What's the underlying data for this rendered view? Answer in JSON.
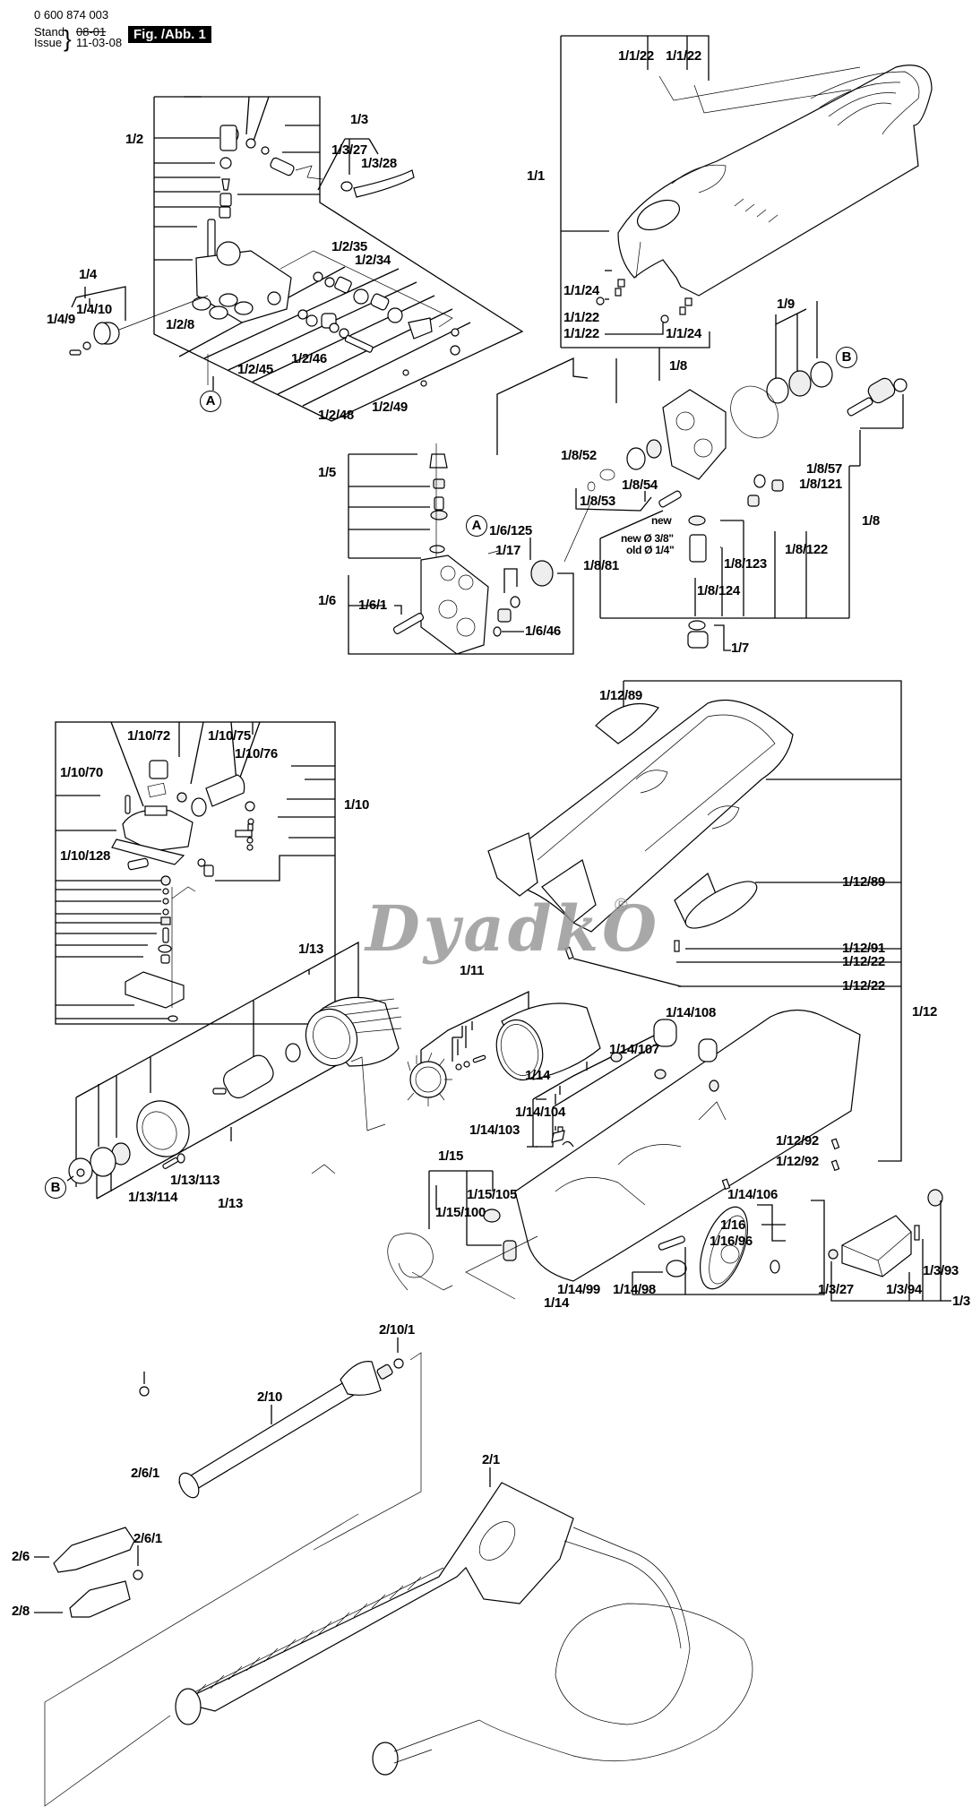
{
  "header": {
    "part_number": "0 600 874 003",
    "stand_label": "Stand",
    "issue_label": "Issue",
    "stand_value_struck": "08-01",
    "issue_value": "11-03-08",
    "figure_label": "Fig. /Abb. 1"
  },
  "watermark": {
    "text": "DyadkO",
    "mark": "®"
  },
  "callouts": {
    "A": "A",
    "B": "B"
  },
  "groups": {
    "g1_1": {
      "label": "1/1",
      "parts": [
        "1/1/22",
        "1/1/22",
        "1/1/24",
        "1/1/22",
        "1/1/22",
        "1/1/24"
      ]
    },
    "g1_2": {
      "label": "1/2",
      "parts": [
        "1/2/8",
        "1/2/35",
        "1/2/34",
        "1/2/45",
        "1/2/46",
        "1/2/48",
        "1/2/49"
      ]
    },
    "g1_3": {
      "label": "1/3",
      "parts": [
        "1/3/27",
        "1/3/28"
      ]
    },
    "g1_4": {
      "label": "1/4",
      "parts": [
        "1/4/9",
        "1/4/10"
      ]
    },
    "g1_5": {
      "label": "1/5"
    },
    "g1_6": {
      "label": "1/6",
      "parts": [
        "1/6/1",
        "1/6/125",
        "1/6/46"
      ]
    },
    "g1_7": {
      "label": "1/7"
    },
    "g1_8": {
      "label": "1/8",
      "parts": [
        "1/8/52",
        "1/8/54",
        "1/8/53",
        "1/8/57",
        "1/8/121",
        "1/8/122",
        "1/8/123",
        "1/8/124",
        "1/8/81"
      ],
      "notes": [
        "new",
        "new Ø 3/8\"",
        "old Ø 1/4\""
      ]
    },
    "g1_9": {
      "label": "1/9"
    },
    "g1_10": {
      "label": "1/10",
      "parts": [
        "1/10/72",
        "1/10/75",
        "1/10/76",
        "1/10/70",
        "1/10/128"
      ]
    },
    "g1_11": {
      "label": "1/11"
    },
    "g1_12": {
      "label": "1/12",
      "parts": [
        "1/12/89",
        "1/12/89",
        "1/12/91",
        "1/12/22",
        "1/12/22",
        "1/12/92",
        "1/12/92"
      ]
    },
    "g1_13": {
      "label": "1/13",
      "parts": [
        "1/13/113",
        "1/13/114"
      ]
    },
    "g1_14": {
      "label": "1/14",
      "parts": [
        "1/14/108",
        "1/14/107",
        "1/14/104",
        "1/14/103",
        "1/14/106",
        "1/14/99",
        "1/14/98"
      ]
    },
    "g1_15": {
      "label": "1/15",
      "parts": [
        "1/15/105",
        "1/15/100"
      ]
    },
    "g1_16": {
      "label": "1/16",
      "parts": [
        "1/16/96"
      ]
    },
    "g1_17": {
      "label": "1/17"
    },
    "g1_3b": {
      "parts": [
        "1/3/27",
        "1/3/94",
        "1/3/93"
      ]
    },
    "g2_1": {
      "label": "2/1"
    },
    "g2_6": {
      "label": "2/6",
      "parts": [
        "2/6/1"
      ]
    },
    "g2_8": {
      "label": "2/8",
      "parts": [
        "2/6/1"
      ]
    },
    "g2_10": {
      "label": "2/10",
      "parts": [
        "2/10/1"
      ]
    }
  }
}
